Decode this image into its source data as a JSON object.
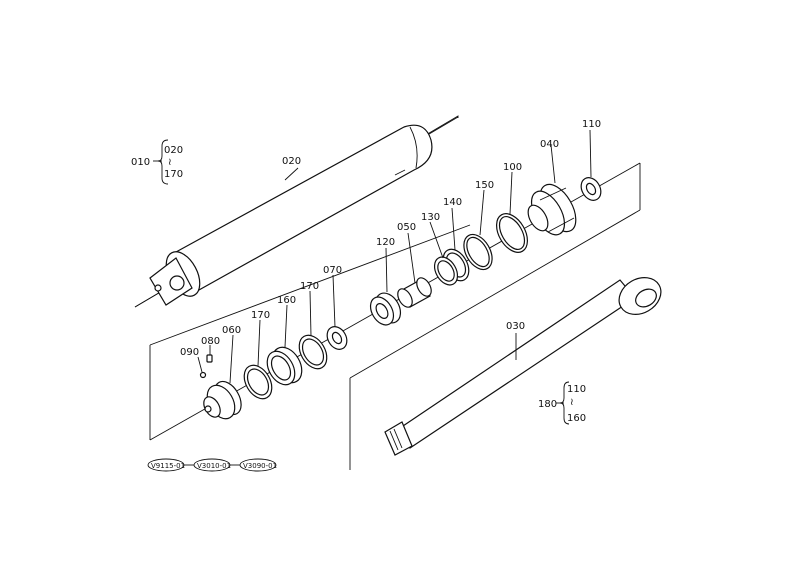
{
  "labels": {
    "p010": "010",
    "p020_top": "020",
    "p170_top": "170",
    "p020": "020",
    "p030": "030",
    "p040": "040",
    "p050": "050",
    "p060": "060",
    "p070": "070",
    "p080": "080",
    "p090": "090",
    "p100": "100",
    "p110": "110",
    "p120": "120",
    "p130": "130",
    "p140": "140",
    "p150": "150",
    "p160": "160",
    "p170a": "170",
    "p170b": "170",
    "p180": "180",
    "p110_right": "110",
    "p160_right": "160"
  },
  "badges": [
    "V9115-01",
    "V3010-01",
    "V3090-01"
  ]
}
